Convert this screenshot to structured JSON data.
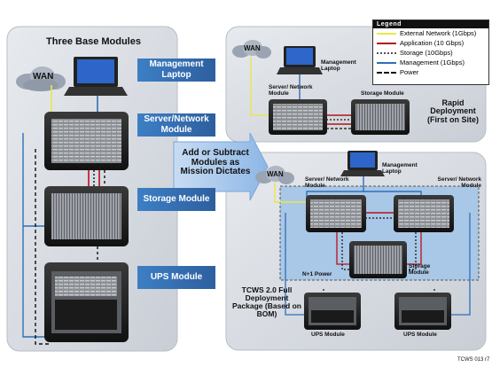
{
  "left_panel": {
    "title": "Three Base Modules",
    "wan": "WAN",
    "tabs": [
      "Management Laptop",
      "Server/Network Module",
      "Storage Module",
      "UPS Module"
    ]
  },
  "middle_arrow": {
    "text": "Add or Subtract Modules as Mission Dictates"
  },
  "legend": {
    "title": "Legend",
    "items": [
      {
        "label": "External Network (1Gbps)",
        "color": "#e8e84a",
        "style": "solid"
      },
      {
        "label": "Application (10 Gbps)",
        "color": "#b5121b",
        "style": "solid"
      },
      {
        "label": "Storage (10Gbps)",
        "color": "#555555",
        "style": "dotted"
      },
      {
        "label": "Management (1Gbps)",
        "color": "#2f6fb8",
        "style": "solid"
      },
      {
        "label": "Power",
        "color": "#111111",
        "style": "dashed"
      }
    ]
  },
  "rapid_panel": {
    "wan": "WAN",
    "laptop": "Management Laptop",
    "server": "Server/ Network Module",
    "storage": "Storage Module",
    "title": "Rapid Deployment (First on Site)"
  },
  "full_panel": {
    "wan": "WAN",
    "laptop": "Management Laptop",
    "server_left": "Server/ Network Module",
    "server_right": "Server/ Network Module",
    "storage": "Storage Module",
    "n1": "N+1 Power",
    "title": "TCWS 2.0 Full Deployment Package (Based on BOM)",
    "ups_left": "UPS Module",
    "ups_right": "UPS Module"
  },
  "footer": "TCWS 013 r7",
  "colors": {
    "panel": "#d9dde3",
    "tab": "#2f6fb8",
    "blue_zone": "#a9c7e6",
    "arrow": "#a9c9ec"
  }
}
